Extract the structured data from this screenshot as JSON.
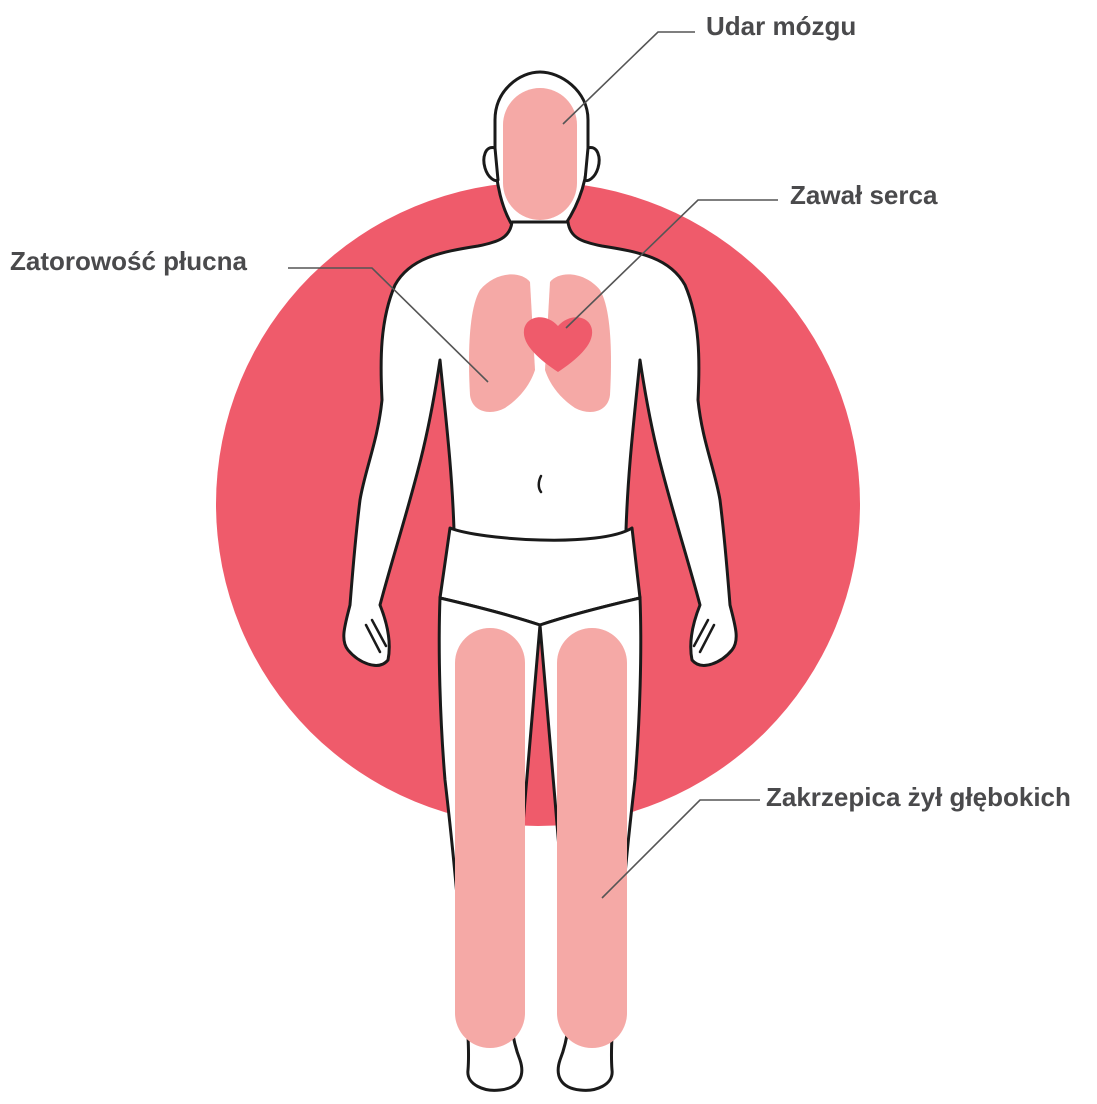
{
  "colors": {
    "circle": "#ef5b6b",
    "body_fill": "#ffffff",
    "body_outline": "#1a1a1a",
    "organ": "#f5a9a6",
    "heart": "#ef5b6b",
    "leader": "#555555",
    "label_text": "#4a4a4c"
  },
  "labels": {
    "stroke": "Udar mózgu",
    "heart_attack": "Zawał serca",
    "pulmonary_embolism": "Zatorowość płucna",
    "dvt": "Zakrzepica żył głębokich"
  }
}
